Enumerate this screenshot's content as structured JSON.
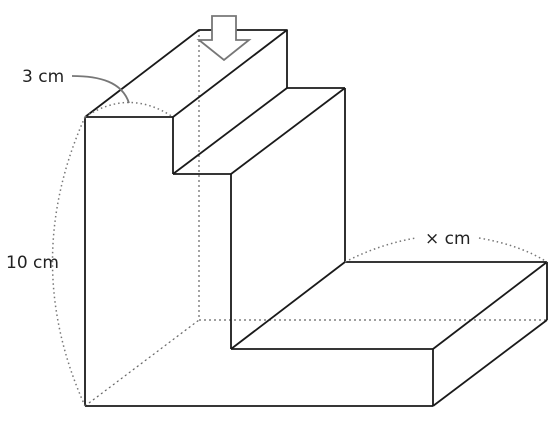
{
  "labels": {
    "width": "3 cm",
    "height": "10 cm",
    "length": "× cm"
  }
}
